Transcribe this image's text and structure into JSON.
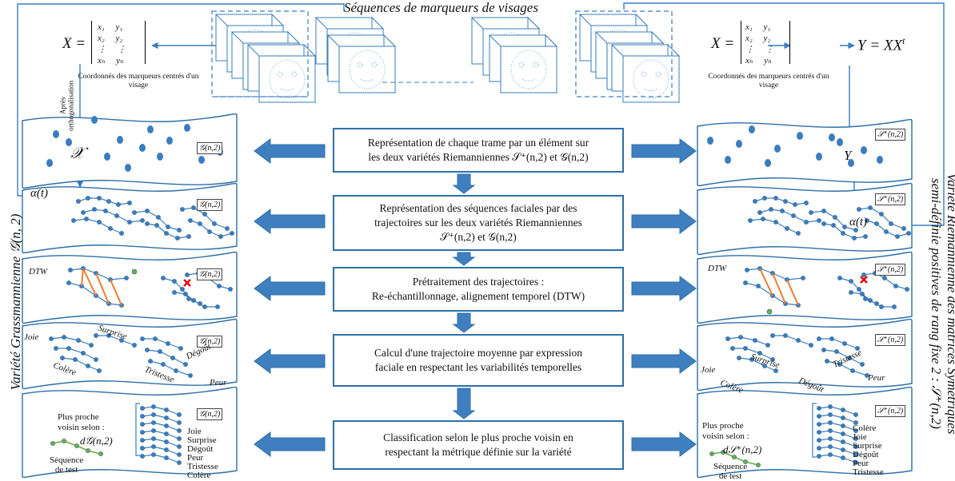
{
  "header": {
    "title": "Séquences de marqueurs de visages"
  },
  "left_side_title": "Variété Grassmannienne  𝒢(n, 2)",
  "right_side_title_line1": "Variété Riemannienne des matrices Symétriques",
  "right_side_title_line2": "semi-définie positives de rang fixe  2 : 𝒮⁺(n,2)",
  "equations": {
    "left_X": "X =",
    "right_X": "X =",
    "right_Y": "Y = XX",
    "right_Y_sup": "t",
    "matrix_rows": [
      [
        "x₁",
        "y₁"
      ],
      [
        "x₂",
        "y₂"
      ],
      [
        "⋮",
        "⋮"
      ],
      [
        "xₙ",
        "yₙ"
      ]
    ]
  },
  "captions": {
    "coords_left": "Coordonnés des marqueurs centrés d'un visage",
    "coords_right": "Coordonnés des marqueurs centrés d'un visage",
    "after_orth_line1": "Après",
    "after_orth_line2": "orthogonalisation"
  },
  "center_steps": [
    {
      "line1": "Représentation de chaque trame par un élément sur",
      "line2": "les deux variétés Riemanniennes 𝒮⁺(n,2) et 𝒢(n,2)"
    },
    {
      "line1": "Représentation des séquences faciales par des",
      "line2": "trajectoires sur les deux variétés Riemanniennes",
      "line3": "𝒮⁺(n,2)   et   𝒢(n,2)"
    },
    {
      "line1": "Prétraitement des trajectoires :",
      "line2": "Re-échantillonnage, alignement temporel (DTW)"
    },
    {
      "line1": "Calcul d'une trajectoire moyenne par expression",
      "line2": "faciale en respectant les variabilités temporelles"
    },
    {
      "line1": "Classification selon le plus proche voisin en",
      "line2": "respectant la métrique définie sur la variété"
    }
  ],
  "left_panels": {
    "tag": "𝒢(n,2)",
    "point_label": "𝒳",
    "alpha_label": "α(t)",
    "dtw_label": "DTW",
    "emotions": [
      "Joie",
      "Surprise",
      "Dégoût",
      "Colère",
      "Tristesse",
      "Peur"
    ],
    "nn_text_line1": "Plus proche",
    "nn_text_line2": "voisin selon :",
    "nn_metric": "d𝒢(n,2)",
    "test_line1": "Séquence",
    "test_line2": "de test",
    "classes": [
      "Joie",
      "Surprise",
      "Dégoût",
      "Peur",
      "Tristesse",
      "Colère"
    ]
  },
  "right_panels": {
    "tag": "𝒮⁺(n,2)",
    "point_label": "Y",
    "alpha_label": "α(t)",
    "dtw_label": "DTW",
    "emotions": [
      "Joie",
      "Surprise",
      "Tristesse",
      "Colère",
      "Dégoût",
      "Peur"
    ],
    "nn_text_line1": "Plus proche",
    "nn_text_line2": "voisin selon :",
    "nn_metric": "d𝒮⁺(n,2)",
    "test_line1": "Séquence",
    "test_line2": "de test",
    "classes": [
      "Colère",
      "Joie",
      "Surprise",
      "Dégoût",
      "Peur",
      "Tristesse"
    ]
  },
  "colors": {
    "blue": "#2e6fa8",
    "dot": "#3a7dbf",
    "orange": "#ed7d31",
    "green": "#70ad47",
    "red": "#e00000"
  }
}
